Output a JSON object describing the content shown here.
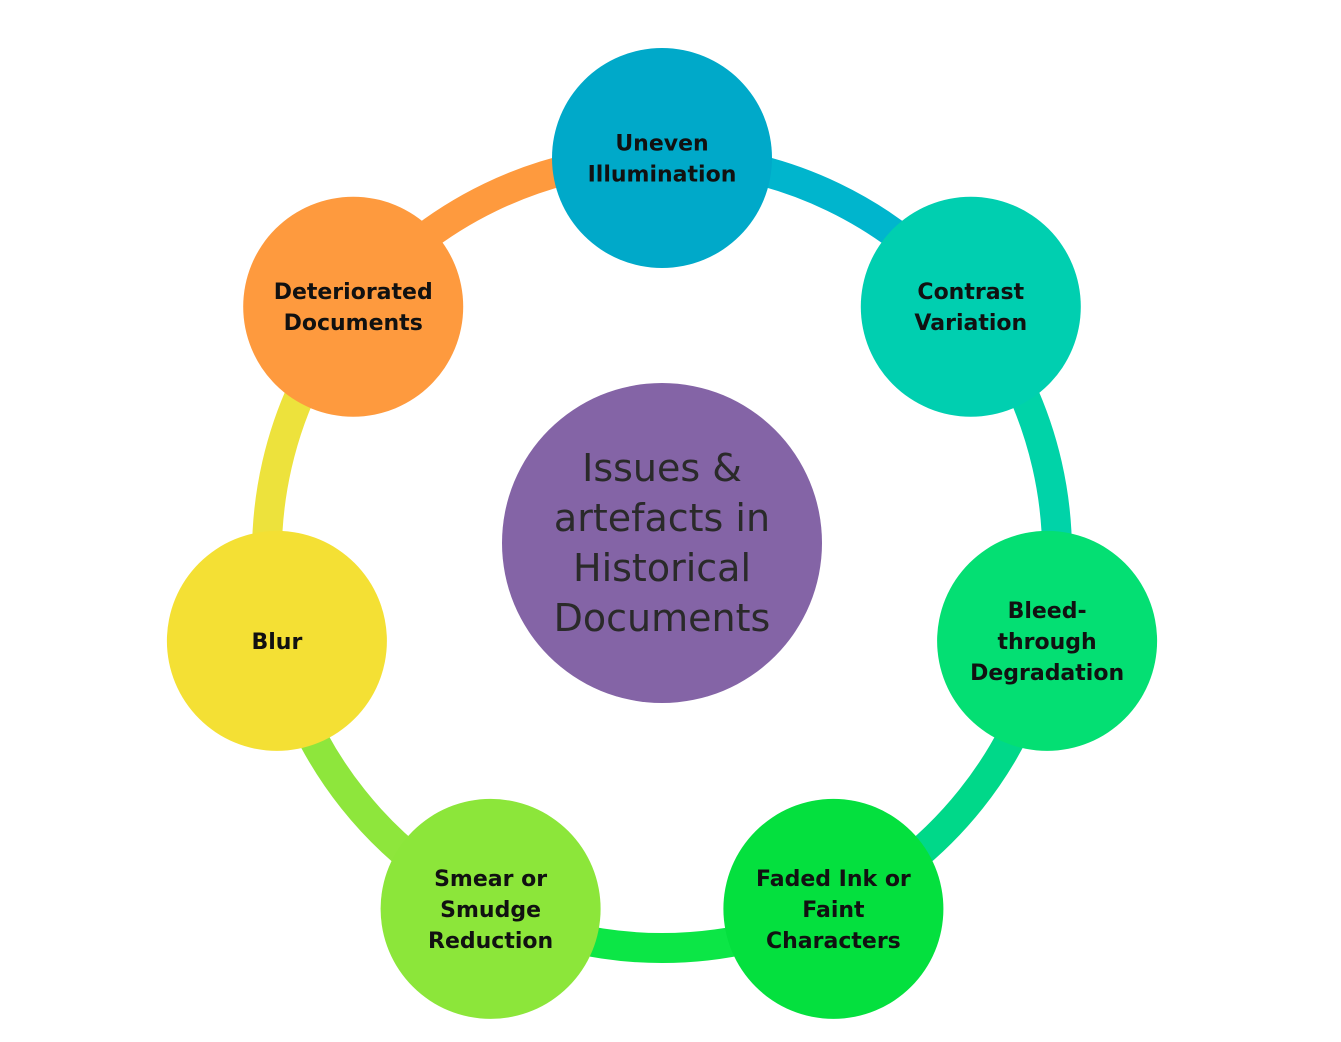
{
  "diagram": {
    "type": "circular-cycle",
    "center": {
      "lines": [
        "Issues &",
        "artefacts in",
        "Historical",
        "Documents"
      ],
      "color": "#8464A6"
    },
    "nodes": [
      {
        "id": "uneven-illumination",
        "lines": [
          "Uneven",
          "Illumination"
        ],
        "color": "#00A9C9"
      },
      {
        "id": "contrast-variation",
        "lines": [
          "Contrast",
          "Variation"
        ],
        "color": "#00CFB0"
      },
      {
        "id": "bleed-through-degradation",
        "lines": [
          "Bleed-",
          "through",
          "Degradation"
        ],
        "color": "#04DF73"
      },
      {
        "id": "faded-ink-or-faint-characters",
        "lines": [
          "Faded Ink or",
          "Faint",
          "Characters"
        ],
        "color": "#04E03E"
      },
      {
        "id": "smear-or-smudge-reduction",
        "lines": [
          "Smear or",
          "Smudge",
          "Reduction"
        ],
        "color": "#8CE63A"
      },
      {
        "id": "blur",
        "lines": [
          "Blur"
        ],
        "color": "#F4E034"
      },
      {
        "id": "deteriorated-documents",
        "lines": [
          "Deteriorated",
          "Documents"
        ],
        "color": "#FE9A3E"
      }
    ],
    "connectors": [
      {
        "from": "uneven-illumination",
        "to": "contrast-variation",
        "color": "#00B5CD"
      },
      {
        "from": "contrast-variation",
        "to": "bleed-through-degradation",
        "color": "#00D3A8"
      },
      {
        "from": "bleed-through-degradation",
        "to": "faded-ink-or-faint-characters",
        "color": "#00D889"
      },
      {
        "from": "faded-ink-or-faint-characters",
        "to": "smear-or-smudge-reduction",
        "color": "#0CE646"
      },
      {
        "from": "smear-or-smudge-reduction",
        "to": "blur",
        "color": "#8EE63C"
      },
      {
        "from": "blur",
        "to": "deteriorated-documents",
        "color": "#EDE23C"
      },
      {
        "from": "deteriorated-documents",
        "to": "uneven-illumination",
        "color": "#FE9A3E"
      }
    ]
  }
}
